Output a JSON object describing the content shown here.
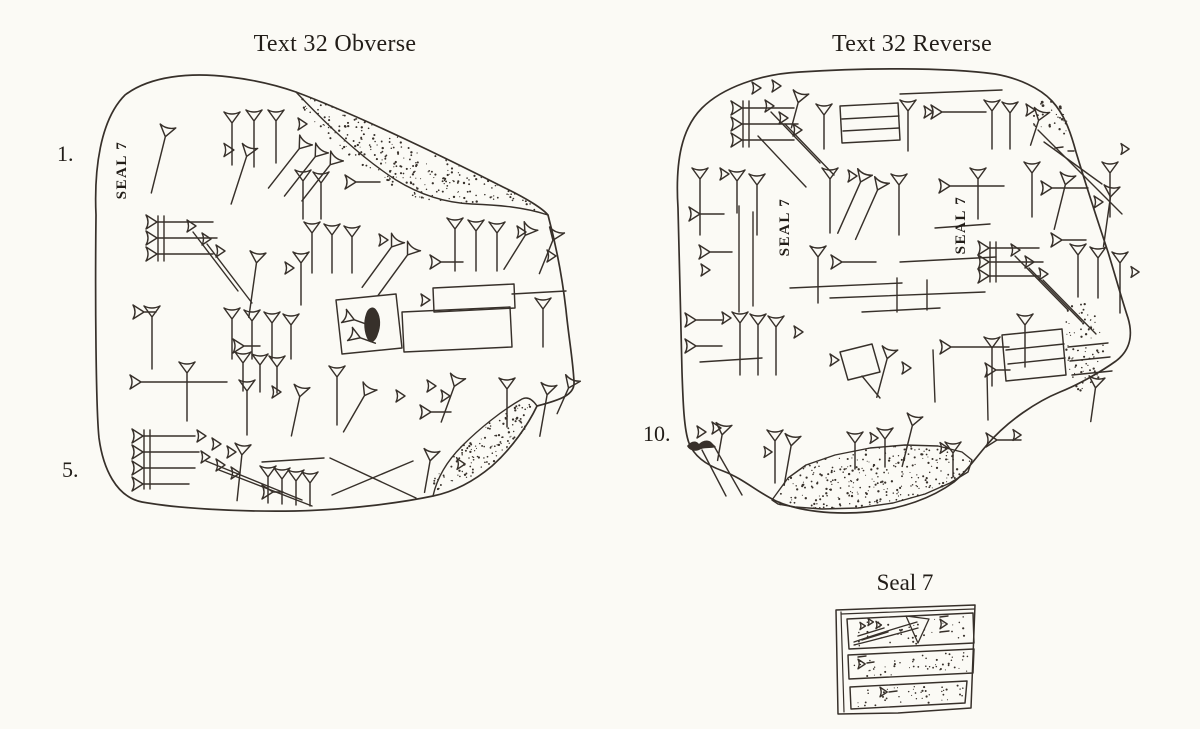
{
  "colors": {
    "paper": "#fbfaf5",
    "ink": "#37302a",
    "text": "#221d18"
  },
  "obverse": {
    "title": "Text 32 Obverse",
    "seal_label": "SEAL 7",
    "line_marker_1": "1.",
    "line_marker_5": "5."
  },
  "reverse": {
    "title": "Text 32 Reverse",
    "seal_label_left": "SEAL 7",
    "seal_label_right": "SEAL 7",
    "line_marker_10": "10."
  },
  "seal": {
    "caption": "Seal 7"
  }
}
